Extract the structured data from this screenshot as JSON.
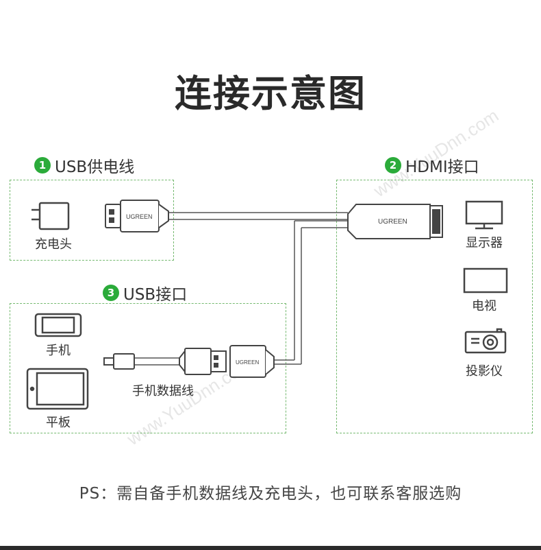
{
  "title": "连接示意图",
  "sections": {
    "usb_power": {
      "num": "1",
      "label": "USB供电线"
    },
    "hdmi_port": {
      "num": "2",
      "label": "HDMI接口"
    },
    "usb_port": {
      "num": "3",
      "label": "USB接口"
    }
  },
  "devices": {
    "charger": "充电头",
    "monitor": "显示器",
    "tv": "电视",
    "projector": "投影仪",
    "phone": "手机",
    "tablet": "平板",
    "phone_cable": "手机数据线"
  },
  "brand_text": "UGREEN",
  "footer": "PS：需自备手机数据线及充电头，也可联系客服选购",
  "watermark": "www.YuuDnn.com",
  "colors": {
    "accent_green": "#2bab3a",
    "dashed_border": "#74b96f",
    "cable": "#555555"
  },
  "icons": [
    "charger-icon",
    "usb-a-plug-icon",
    "hdmi-plug-icon",
    "monitor-icon",
    "tv-icon",
    "projector-icon",
    "phone-icon",
    "tablet-icon",
    "micro-usb-plug-icon",
    "usb-female-connector-icon"
  ]
}
